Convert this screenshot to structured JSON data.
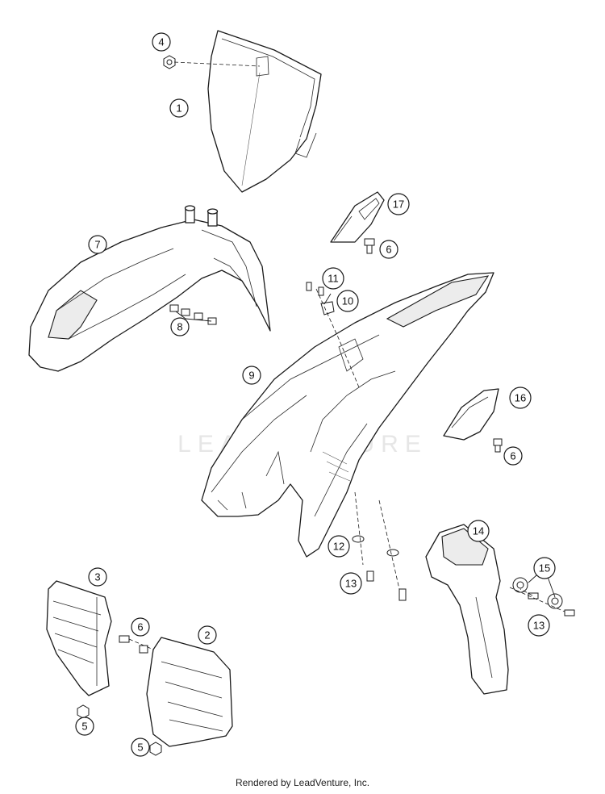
{
  "diagram": {
    "callouts": [
      {
        "id": "c4a",
        "label": "4"
      },
      {
        "id": "c1",
        "label": "1"
      },
      {
        "id": "c17",
        "label": "17"
      },
      {
        "id": "c6a",
        "label": "6"
      },
      {
        "id": "c7",
        "label": "7"
      },
      {
        "id": "c11",
        "label": "11"
      },
      {
        "id": "c10",
        "label": "10"
      },
      {
        "id": "c8",
        "label": "8"
      },
      {
        "id": "c9",
        "label": "9"
      },
      {
        "id": "c16",
        "label": "16"
      },
      {
        "id": "c6b",
        "label": "6"
      },
      {
        "id": "c14",
        "label": "14"
      },
      {
        "id": "c12",
        "label": "12"
      },
      {
        "id": "c3",
        "label": "3"
      },
      {
        "id": "c15",
        "label": "15"
      },
      {
        "id": "c13a",
        "label": "13"
      },
      {
        "id": "c6c",
        "label": "6"
      },
      {
        "id": "c2",
        "label": "2"
      },
      {
        "id": "c13b",
        "label": "13"
      },
      {
        "id": "c5a",
        "label": "5"
      },
      {
        "id": "c5b",
        "label": "5"
      }
    ],
    "watermark": "LEADVENTURE"
  },
  "footer": {
    "text": "Rendered by LeadVenture, Inc."
  }
}
